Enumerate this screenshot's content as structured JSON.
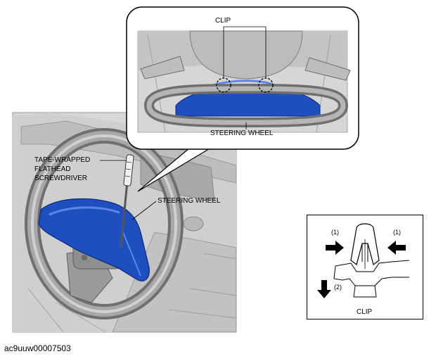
{
  "callout": {
    "clip_label": "CLIP",
    "wheel_label": "STEERING WHEEL"
  },
  "main": {
    "tool_label_lines": [
      "TAPE-WRAPPED",
      "FLATHEAD",
      "SCREWDRIVER"
    ],
    "wheel_label": "STEERING WHEEL"
  },
  "clip_detail": {
    "left_mark": "(1)",
    "right_mark": "(1)",
    "down_mark": "(2)",
    "caption": "CLIP"
  },
  "footer": {
    "image_id": "ac9uuw00007503"
  },
  "colors": {
    "airbag_blue": "#1f4fbf",
    "dash_gray": "#c9c9c9",
    "wheel_gray": "#8a8a8a"
  }
}
